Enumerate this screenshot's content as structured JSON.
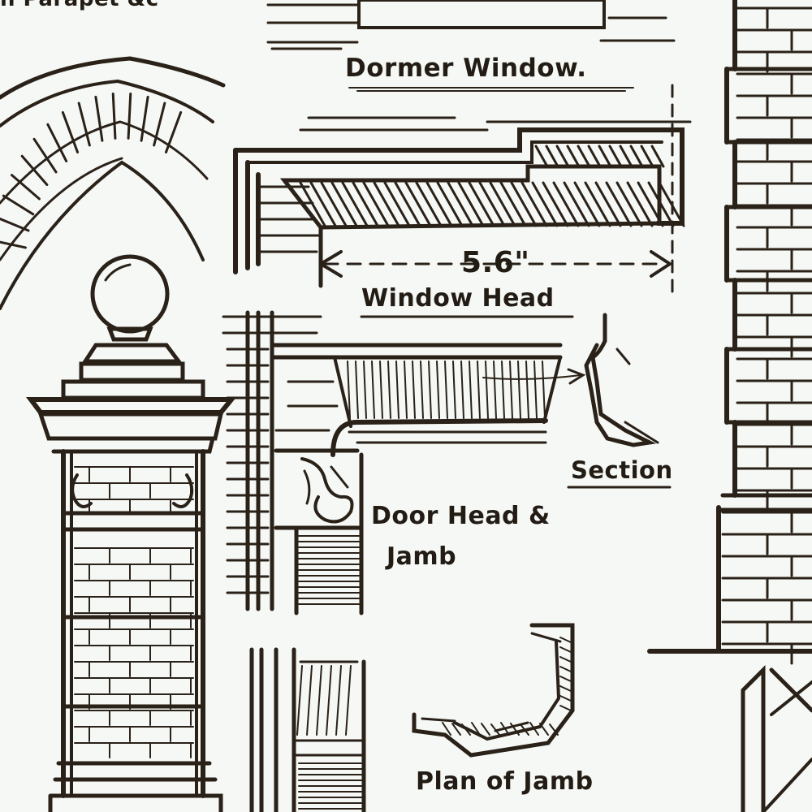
{
  "sheet": {
    "labels": {
      "parapet": "n Parapet &c",
      "dormer_window": "Dormer Window.",
      "dimension": "5.6\"",
      "window_head": "Window Head",
      "section": "Section",
      "door_head": "Door Head &",
      "jamb": "Jamb",
      "plan_of_jamb": "Plan of Jamb"
    },
    "ink_color": "#2a2118",
    "paper_color": "#f5f8f5"
  }
}
